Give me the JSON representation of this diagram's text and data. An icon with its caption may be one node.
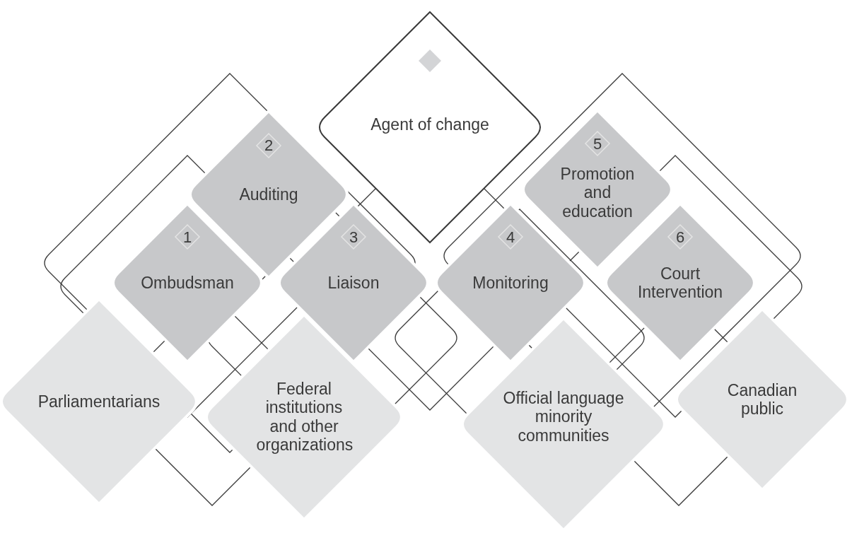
{
  "diagram": {
    "nodes": [
      {
        "text": [
          "Agent of change"
        ]
      },
      {
        "text": [
          "2",
          "Auditing"
        ]
      },
      {
        "text": [
          "1",
          "Ombudsman"
        ]
      },
      {
        "text": [
          "3",
          "Liaison"
        ]
      },
      {
        "text": [
          "4",
          "Monitoring"
        ]
      },
      {
        "text": [
          "5",
          "Promotion and education"
        ]
      },
      {
        "text": [
          "6",
          "Court Intervention"
        ]
      },
      {
        "text": [
          "Parliamentarians"
        ]
      },
      {
        "text": [
          "Federal institutions and other organizations"
        ]
      },
      {
        "text": [
          "Official language minority communities"
        ]
      },
      {
        "text": [
          "Canadian public"
        ]
      }
    ]
  }
}
